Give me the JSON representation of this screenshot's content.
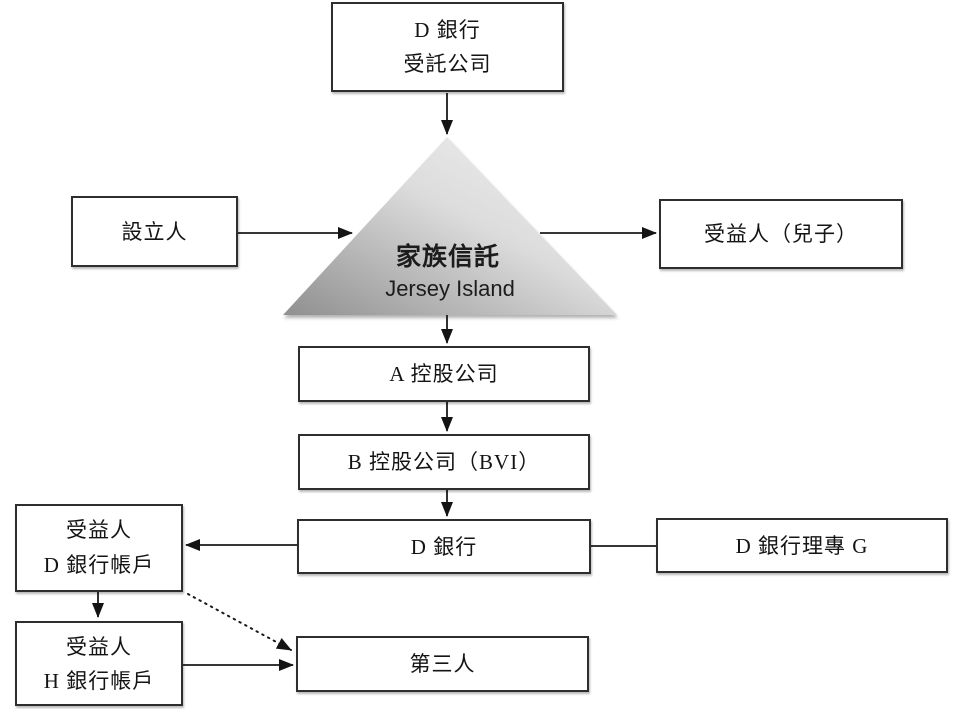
{
  "diagram": {
    "kind": "family-trust-structure-flowchart",
    "colors": {
      "line": "#1a1a1a",
      "box_border": "#2e2e2e",
      "box_background": "#ffffff",
      "text": "#141414",
      "triangle_gradient_dark": "#8f8f8f",
      "triangle_gradient_light": "#f2f2f2"
    },
    "nodes": {
      "trustee": {
        "lines": [
          "D 銀行",
          "受託公司"
        ]
      },
      "settlor": {
        "label": "設立人"
      },
      "beneficiary_son": {
        "label": "受益人（兒子）"
      },
      "trust": {
        "title": "家族信託",
        "subtitle": "Jersey Island"
      },
      "holding_a": {
        "label": "A 控股公司"
      },
      "holding_b": {
        "label": "B 控股公司（BVI）"
      },
      "d_bank": {
        "label": "D 銀行"
      },
      "d_bank_advisor": {
        "label": "D 銀行理專 G"
      },
      "beneficiary_d_account": {
        "lines": [
          "受益人",
          "D 銀行帳戶"
        ]
      },
      "beneficiary_h_account": {
        "lines": [
          "受益人",
          "H 銀行帳戶"
        ]
      },
      "third_party": {
        "label": "第三人"
      }
    }
  }
}
